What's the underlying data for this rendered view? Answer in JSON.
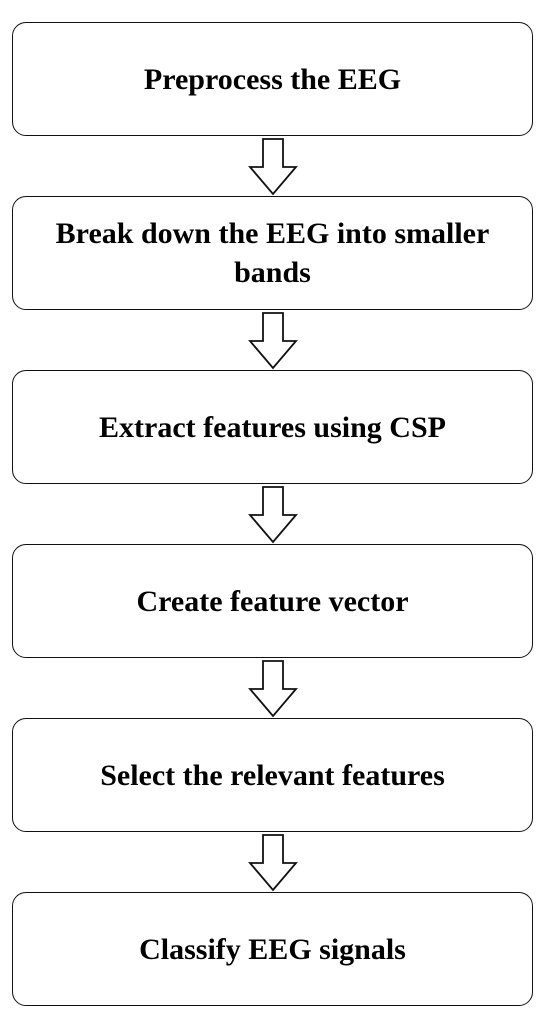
{
  "flowchart": {
    "steps": [
      {
        "label": "Preprocess the EEG"
      },
      {
        "label": "Break down the EEG into smaller bands"
      },
      {
        "label": "Extract features using CSP"
      },
      {
        "label": "Create feature vector"
      },
      {
        "label": "Select the relevant features"
      },
      {
        "label": "Classify EEG signals"
      }
    ],
    "arrow_color": "#111111",
    "box_border_color": "#111111"
  }
}
